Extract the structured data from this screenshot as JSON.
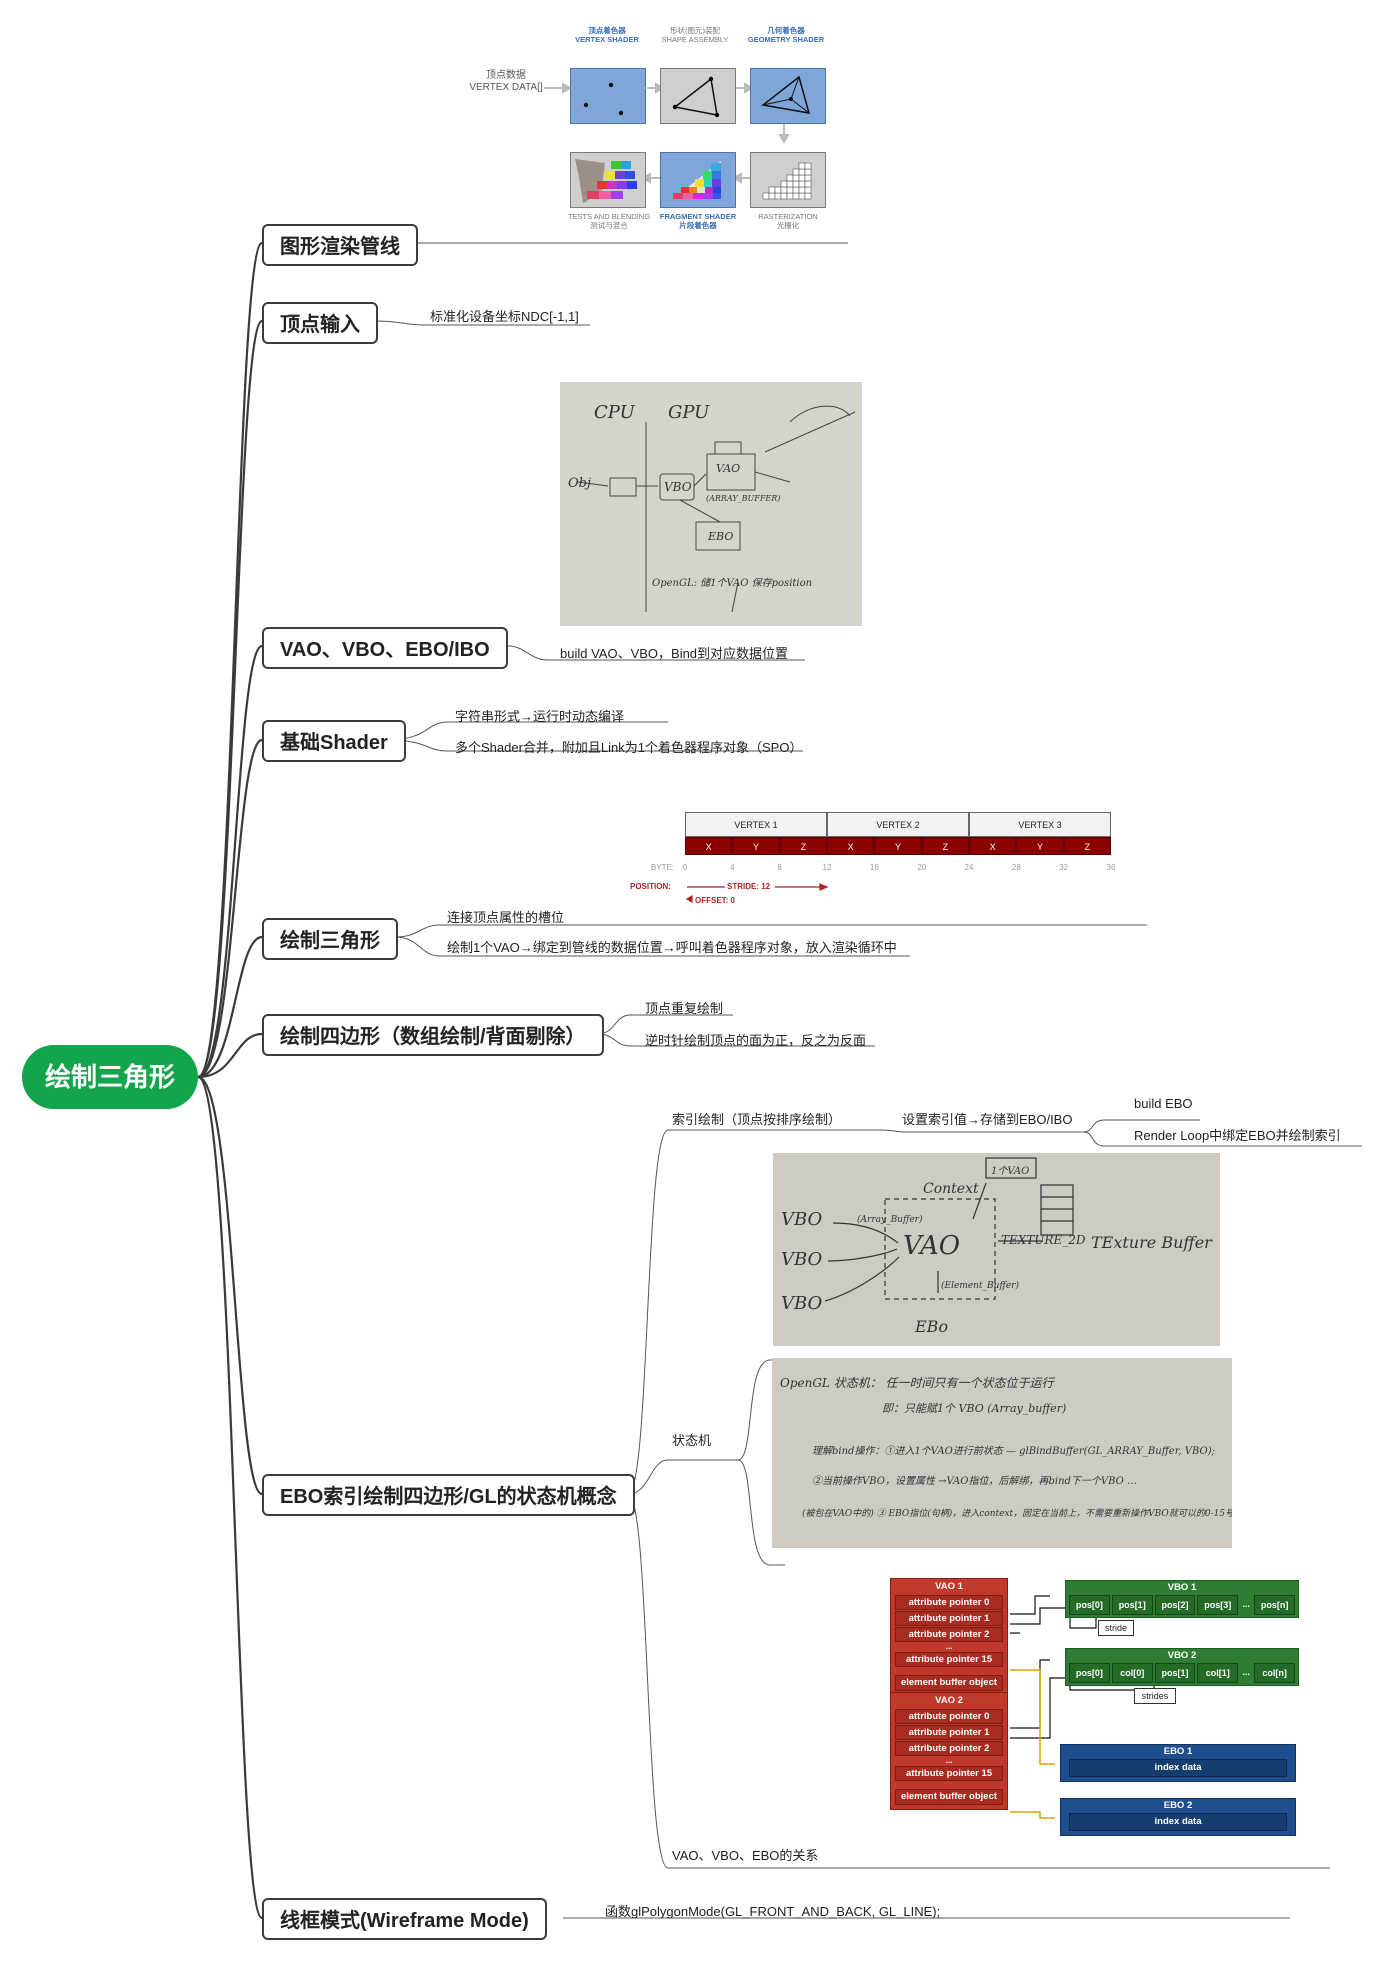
{
  "root": {
    "label": "绘制三角形"
  },
  "topics": [
    {
      "label": "图形渲染管线"
    },
    {
      "label": "顶点输入"
    },
    {
      "label": "VAO、VBO、EBO/IBO"
    },
    {
      "label": "基础Shader"
    },
    {
      "label": "绘制三角形"
    },
    {
      "label": "绘制四边形（数组绘制/背面剔除）"
    },
    {
      "label": "EBO索引绘制四边形/GL的状态机概念"
    },
    {
      "label": "线框模式(Wireframe Mode)"
    }
  ],
  "leaves": {
    "ndc": "标准化设备坐标NDC[-1,1]",
    "vao_build": "build VAO、VBO，Bind到对应数据位置",
    "shader_1": "字符串形式→运行时动态编译",
    "shader_2": "多个Shader合并，附加且Link为1个着色器程序对象（SPO）",
    "tri_1": "连接顶点属性的槽位",
    "tri_2": "绘制1个VAO→绑定到管线的数据位置→呼叫着色器程序对象，放入渲染循环中",
    "quad_1": "顶点重复绘制",
    "quad_2": "逆时针绘制顶点的面为正，反之为反面",
    "ebo_index": "索引绘制（顶点按排序绘制）",
    "ebo_set": "设置索引值→存储到EBO/IBO",
    "ebo_build": "build EBO",
    "ebo_loop": "Render Loop中绑定EBO并绘制索引",
    "state_machine": "状态机",
    "relation": "VAO、VBO、EBO的关系",
    "wireframe": "函数glPolygonMode(GL_FRONT_AND_BACK, GL_LINE);"
  },
  "pipeline": {
    "input_cn": "顶点数据",
    "input_en": "VERTEX DATA[]",
    "stages": [
      {
        "cn": "顶点着色器",
        "en": "VERTEX SHADER"
      },
      {
        "cn": "形状(图元)装配",
        "en": "SHAPE ASSEMBLY"
      },
      {
        "cn": "几何着色器",
        "en": "GEOMETRY SHADER"
      },
      {
        "cn": "光栅化",
        "en": "RASTERIZATION"
      },
      {
        "cn": "片段着色器",
        "en": "FRAGMENT SHADER"
      },
      {
        "cn": "测试与混合",
        "en": "TESTS AND BLENDING"
      }
    ]
  },
  "vertex_layout": {
    "headers": [
      "VERTEX 1",
      "VERTEX 2",
      "VERTEX 3"
    ],
    "components": [
      "X",
      "Y",
      "Z",
      "X",
      "Y",
      "Z",
      "X",
      "Y",
      "Z"
    ],
    "byte_label": "BYTE:",
    "bytes": [
      "0",
      "4",
      "8",
      "12",
      "16",
      "20",
      "24",
      "28",
      "32",
      "36"
    ],
    "position_label": "POSITION:",
    "stride_label": "STRIDE: 12",
    "offset_label": "OFFSET: 0"
  },
  "vao_diagram": {
    "vao1_title": "VAO 1",
    "vao2_title": "VAO 2",
    "attrs": [
      "attribute pointer 0",
      "attribute pointer 1",
      "attribute pointer 2",
      "attribute pointer 15"
    ],
    "dots": "...",
    "ebo_obj": "element buffer object",
    "vbo1_title": "VBO 1",
    "vbo1_cells": [
      "pos[0]",
      "pos[1]",
      "pos[2]",
      "pos[3]",
      "...",
      "pos[n]"
    ],
    "vbo1_stride": "stride",
    "vbo2_title": "VBO 2",
    "vbo2_cells": [
      "pos[0]",
      "col[0]",
      "pos[1]",
      "col[1]",
      "...",
      "col[n]"
    ],
    "vbo2_stride": "strides",
    "ebo1_title": "EBO 1",
    "ebo2_title": "EBO 2",
    "index_data": "index data"
  },
  "photo1": {
    "cpu": "CPU",
    "gpu": "GPU",
    "obj": "Obj",
    "vbo": "VBO",
    "vao": "VAO",
    "ebo": "EBO",
    "array_buffer": "(ARRAY_BUFFER)",
    "opengl_line": "OpenGL: 储1个VAO 保存position"
  },
  "photo2": {
    "vbo_a": "VBO",
    "vbo_b": "VBO",
    "vbo_c": "VBO",
    "vao": "VAO",
    "ebo": "EBo",
    "context": "Context",
    "one_vao": "1个VAO",
    "array_buffer": "(Array_Buffer)",
    "element_buffer": "(Element_Buffer)",
    "texture_2d": "TEXTURE_2D",
    "texture_buffer": "TExture Buffer"
  },
  "photo3": {
    "line1": "OpenGL 状态机：  任一时间只有一个状态位于运行",
    "line2": "即：只能赋1个 VBO (Array_buffer)",
    "line3": "理解bind操作：①进入1个VAO进行前状态 — glBindBuffer(GL_ARRAY_Buffer, VBO);",
    "line4": "②当前操作VBO，设置属性 →VAO指位，后解绑，再bind下一个VBO …",
    "line5": "(被包在VAO中的) ③ EBO指位(句柄)，进入context，固定在当前上，不需要重新操作VBO就可以的0-15号"
  }
}
